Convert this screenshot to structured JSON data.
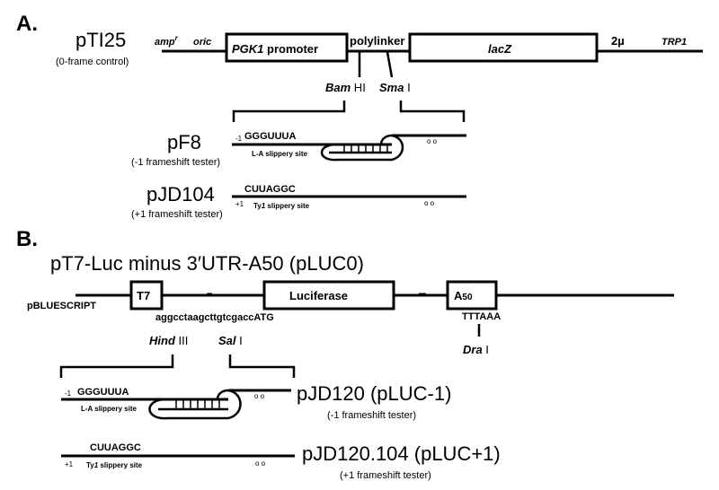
{
  "panelA": {
    "label": "A.",
    "plasmid": "pTI25",
    "plasmid_note": "(0-frame control)",
    "amp": "amp",
    "amp_sup": "r",
    "oric": "oric",
    "promoter_gene": "PGK1",
    "promoter_word": " promoter",
    "polylinker": "polylinker",
    "lacz": "lacZ",
    "two_mu": "2µ",
    "trp1": "TRP1",
    "bam_a": "Bam",
    "bam_b": " HI",
    "sma_a": "Sma",
    "sma_b": " I",
    "pf8": {
      "name": "pF8",
      "note": "(-1 frameshift tester)",
      "frame": "-1",
      "seq": "GGGUUUA",
      "site": "L-A slippery site",
      "marks": "o o"
    },
    "pjd104": {
      "name": "pJD104",
      "note": "(+1 frameshift tester)",
      "frame": "+1",
      "seq": "CUUAGGC",
      "site_a": "Ty",
      "site_b": "1",
      "site_c": " slippery site",
      "marks": "o o"
    }
  },
  "panelB": {
    "label": "B.",
    "title": "pT7-Luc minus 3′UTR-A50 (pLUC0)",
    "backbone": "pBLUESCRIPT",
    "t7": "T7",
    "luciferase": "Luciferase",
    "a50_a": "A",
    "a50_b": "50",
    "linker_seq": "aggcctaagcttgtcgaccATG",
    "ttt": "TTTAAA",
    "hind_a": "Hind",
    "hind_b": " III",
    "sal_a": "Sal",
    "sal_b": " I",
    "dra_a": "Dra",
    "dra_b": " I",
    "pluc_m1": {
      "name": "pJD120 (pLUC-1)",
      "note": "(-1 frameshift tester)",
      "frame": "-1",
      "seq": "GGGUUUA",
      "site": "L-A slippery site",
      "marks": "o o"
    },
    "pluc_p1": {
      "name": "pJD120.104 (pLUC+1)",
      "note": "(+1 frameshift tester)",
      "frame": "+1",
      "seq": "CUUAGGC",
      "site_a": "Ty",
      "site_b": "1",
      "site_c": " slippery site",
      "marks": "o o"
    }
  }
}
